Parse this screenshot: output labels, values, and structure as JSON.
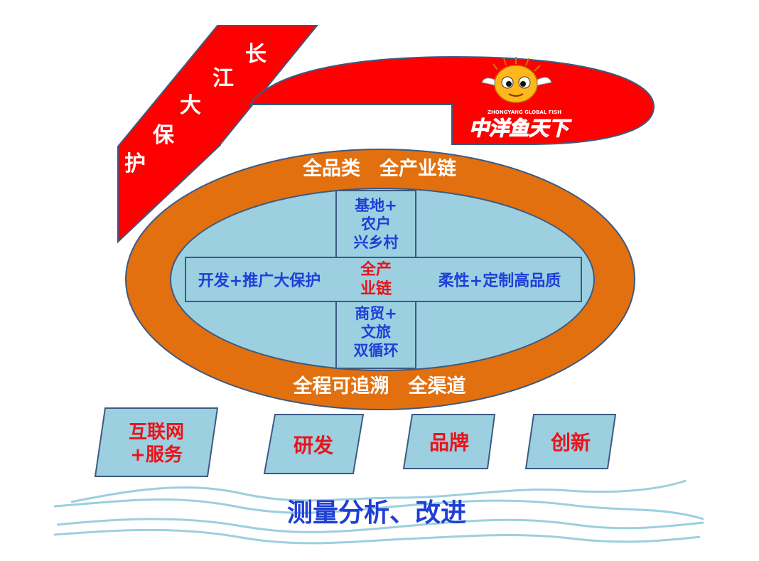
{
  "colors": {
    "red": "#ff0000",
    "orange": "#e2700f",
    "light_blue": "#9ccfe0",
    "blue_text": "#1f3fd6",
    "red_text": "#e8141a",
    "white": "#ffffff",
    "wave": "#9ccfe0",
    "outline": "#3d5a80"
  },
  "banner": {
    "chars": [
      "长",
      "江",
      "大",
      "保",
      "护"
    ]
  },
  "logo": {
    "icon": "pufferfish-mascot-icon",
    "text": "中洋鱼天下",
    "subtext": "ZHONGYANG GLOBAL FISH"
  },
  "outer_ring": {
    "top_text": "全品类　全产业链",
    "bottom_text": "全程可追溯　全渠道"
  },
  "cross": {
    "top_lines": [
      "基地+",
      "农户",
      "兴乡村"
    ],
    "left": "开发+推广大保护",
    "right": "柔性+定制高品质",
    "center_lines": [
      "全产",
      "业链"
    ],
    "bottom_lines": [
      "商贸+",
      "文旅",
      "双循环"
    ]
  },
  "pillars": [
    {
      "lines": [
        "互联网",
        "+服务"
      ]
    },
    {
      "lines": [
        "研发"
      ]
    },
    {
      "lines": [
        "品牌"
      ]
    },
    {
      "lines": [
        "创新"
      ]
    }
  ],
  "base": {
    "text": "测量分析、改进"
  }
}
